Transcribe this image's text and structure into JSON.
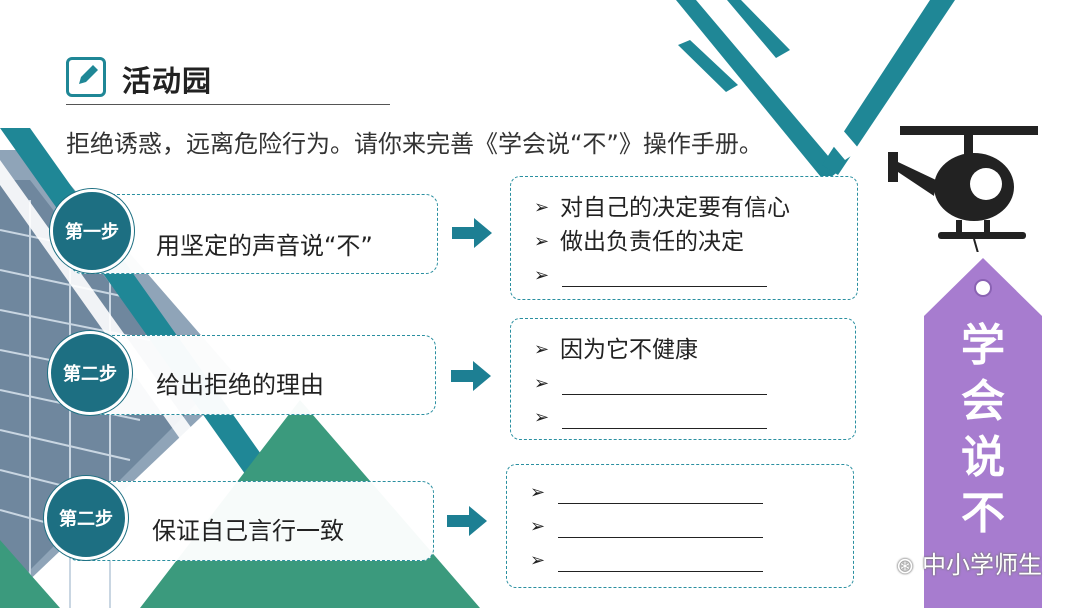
{
  "header": {
    "title": "活动园",
    "icon": "edit-pencil-icon"
  },
  "instruction": "拒绝诱惑，远离危险行为。请你来完善《学会说“不”》操作手册。",
  "steps": [
    {
      "badge": "第一步",
      "action": "用坚定的声音说“不”",
      "answers": [
        "对自己的决定要有信心",
        "做出负责任的决定",
        ""
      ]
    },
    {
      "badge": "第二步",
      "action": "给出拒绝的理由",
      "answers": [
        "因为它不健康",
        "",
        ""
      ]
    },
    {
      "badge": "第二步",
      "action": "保证自己言行一致",
      "answers": [
        "",
        "",
        ""
      ]
    }
  ],
  "tag": {
    "chars": [
      "学",
      "会",
      "说",
      "不"
    ],
    "color": "#a77ccf"
  },
  "watermark": "中小学师生",
  "colors": {
    "teal": "#1f8796",
    "dark_teal": "#1d6f82",
    "green": "#3b9a7d",
    "purple": "#a77ccf"
  }
}
